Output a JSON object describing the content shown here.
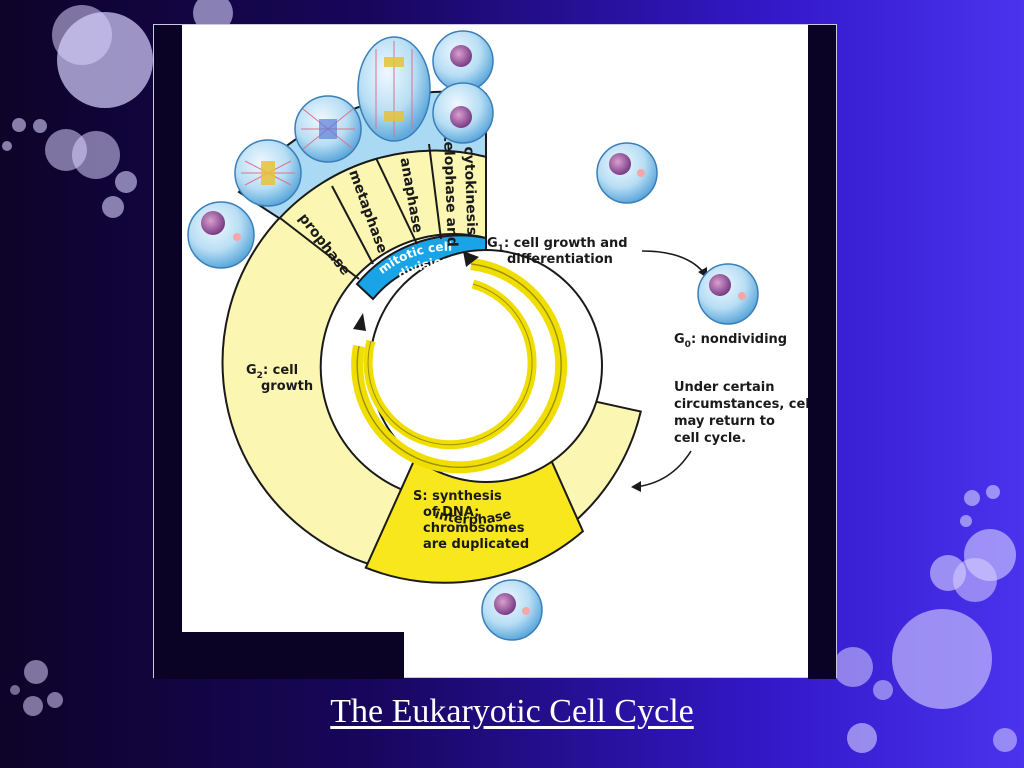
{
  "slide": {
    "title": "The Eukaryotic Cell Cycle"
  },
  "colors": {
    "interphase": "#fbf6b2",
    "s_phase": "#f8e71d",
    "mitosis": "#a9d9f3",
    "mitotic_label": "#1aa4e8",
    "yellow_arrow": "#f0de00"
  },
  "diagram": {
    "mitosis_phases": [
      "prophase",
      "metaphase",
      "anaphase",
      "telophase and",
      "cytokinesis"
    ],
    "mitotic_label_1": "mitotic cell",
    "mitotic_label_2": "division",
    "interphase_label": "interphase",
    "g1": {
      "name": "G",
      "sub": "1",
      "rest_1": ": cell growth and",
      "rest_2": "differentiation"
    },
    "g2": {
      "name": "G",
      "sub": "2",
      "rest_1": ": cell",
      "rest_2": "growth"
    },
    "s": {
      "lines": [
        "S: synthesis",
        "of DNA;",
        "chromosomes",
        "are duplicated"
      ]
    },
    "g0": {
      "name": "G",
      "sub": "0",
      "rest": ": nondividing"
    },
    "g0_note": [
      "Under certain",
      "circumstances, cell",
      "may return to",
      "cell cycle."
    ]
  }
}
